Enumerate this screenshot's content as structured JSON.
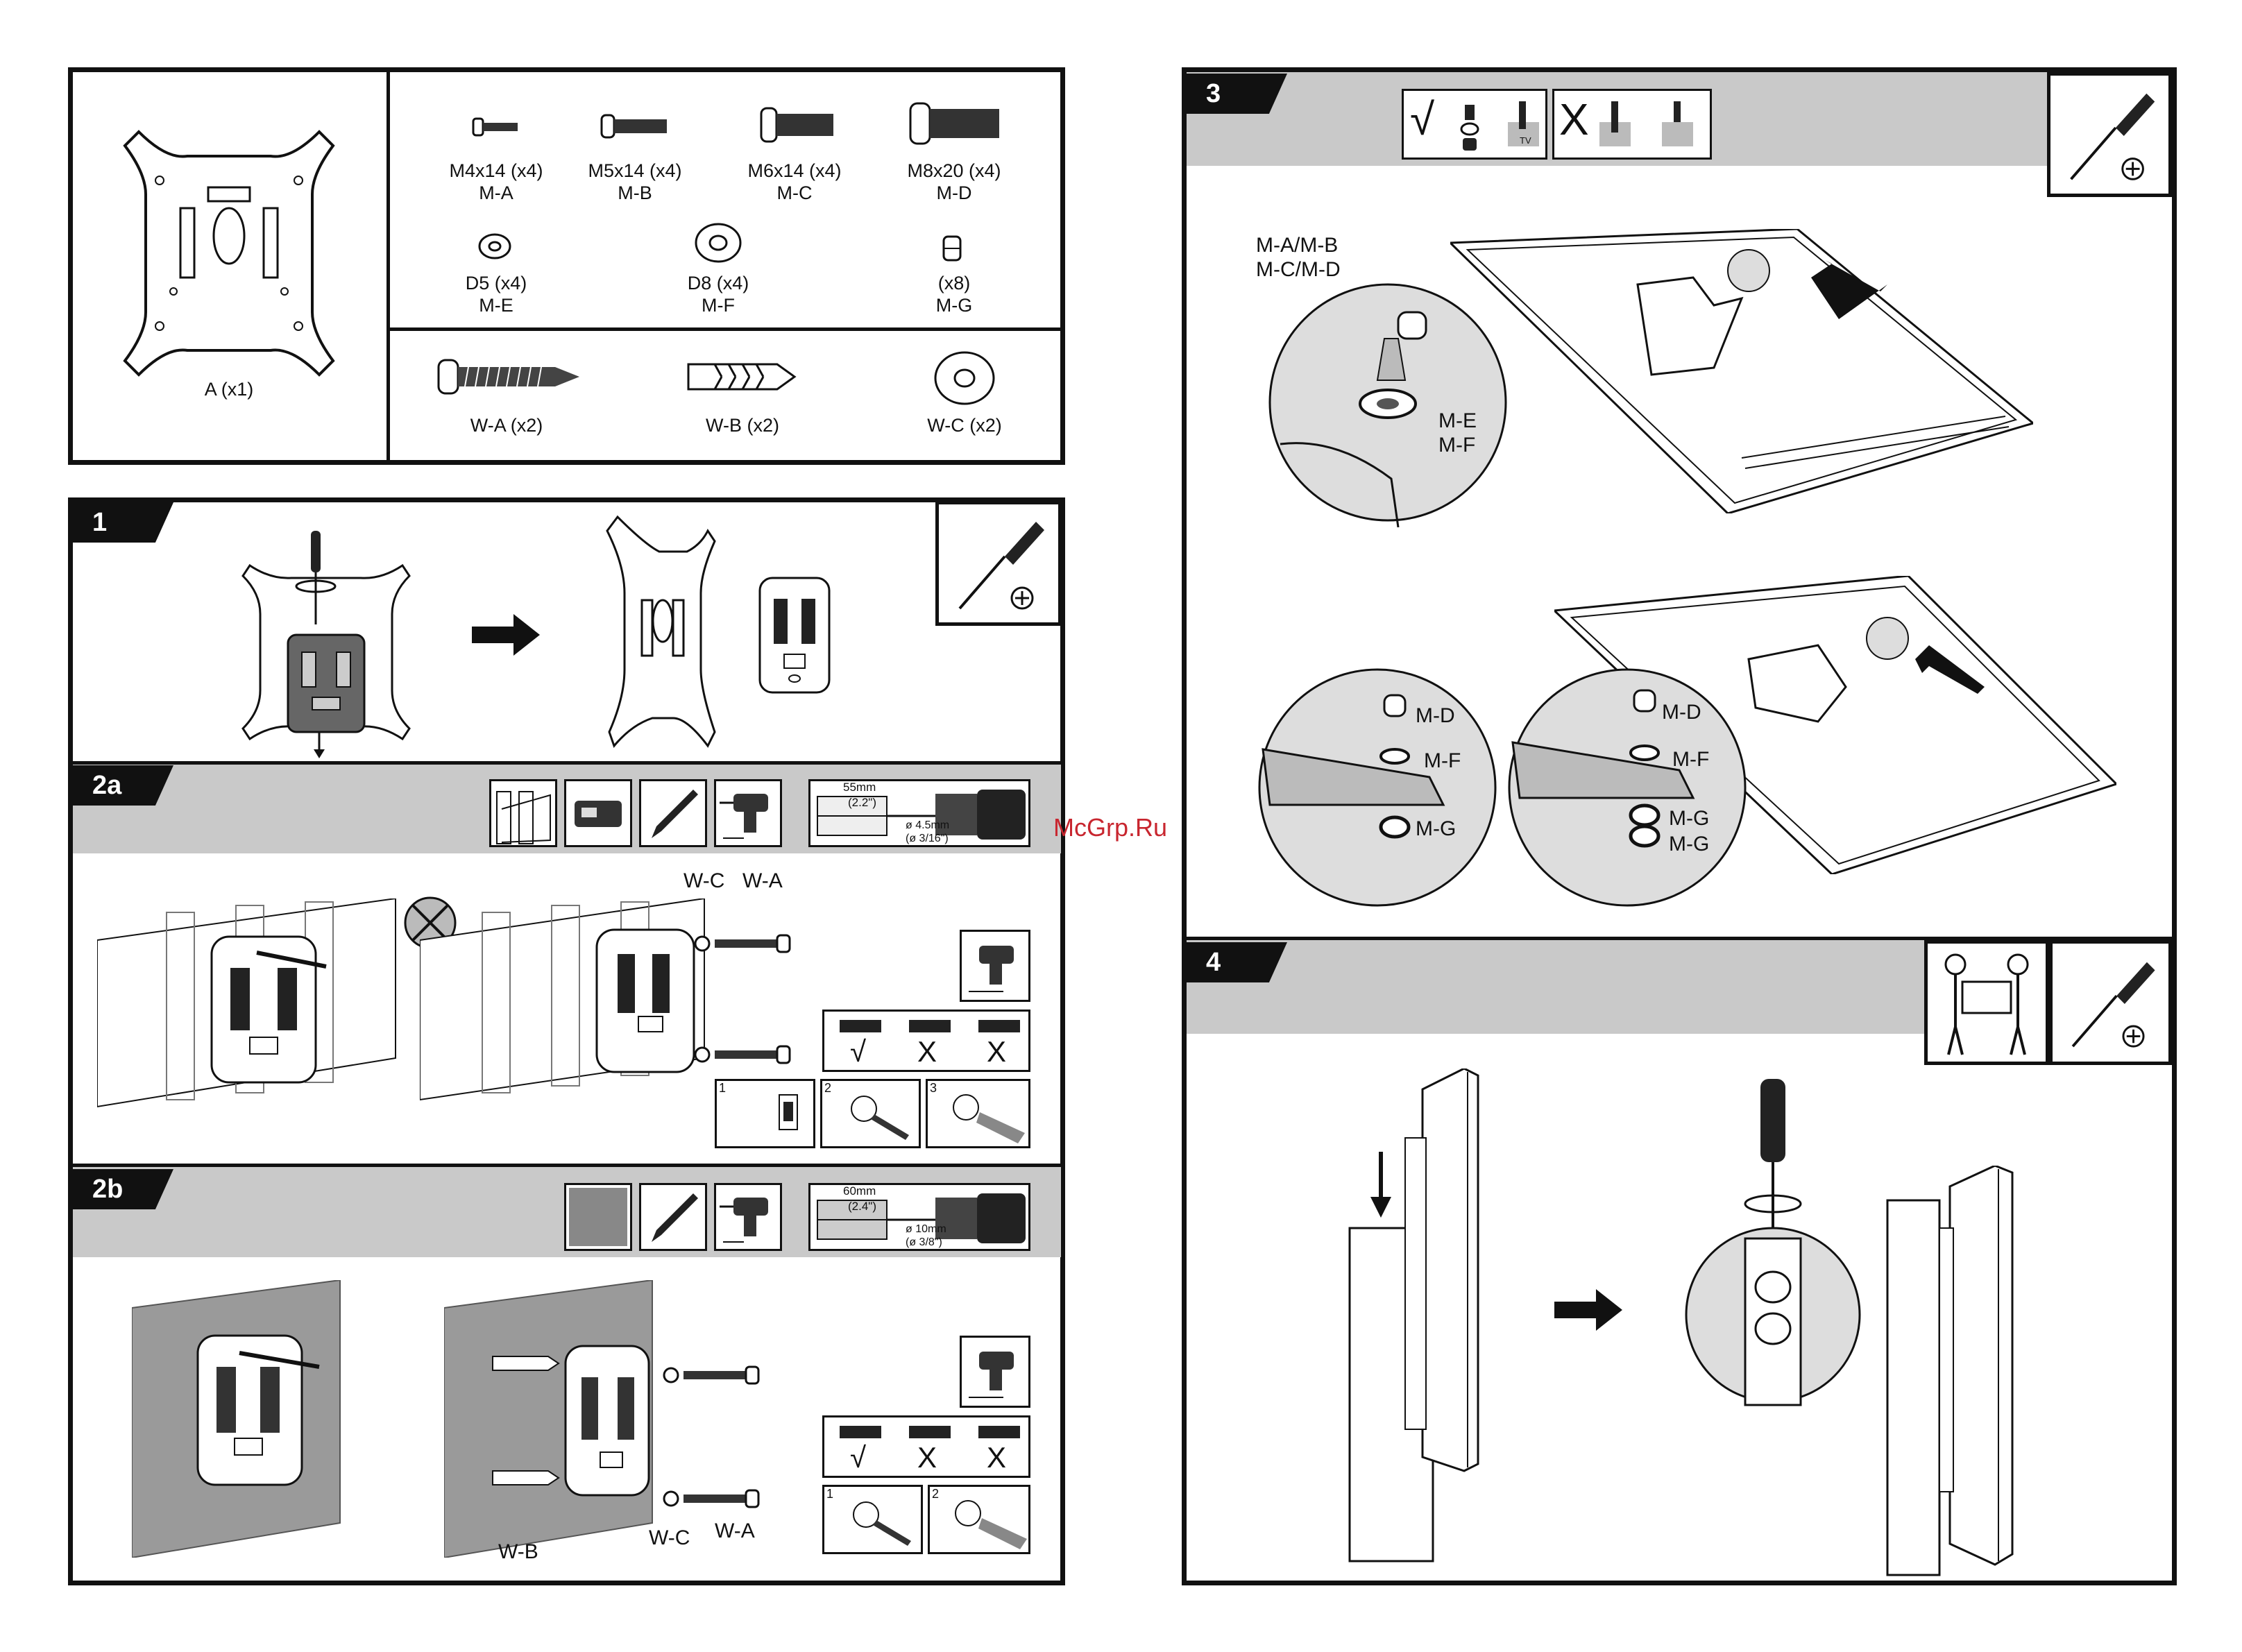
{
  "parts": {
    "bracket": {
      "label": "A (x1)"
    },
    "screws": [
      {
        "size": "M4x14 (x4)",
        "code": "M-A"
      },
      {
        "size": "M5x14 (x4)",
        "code": "M-B"
      },
      {
        "size": "M6x14 (x4)",
        "code": "M-C"
      },
      {
        "size": "M8x20 (x4)",
        "code": "M-D"
      }
    ],
    "washers": [
      {
        "size": "D5 (x4)",
        "code": "M-E"
      },
      {
        "size": "D8 (x4)",
        "code": "M-F"
      },
      {
        "size": "(x8)",
        "code": "M-G"
      }
    ],
    "wall_hardware": [
      {
        "label": "W-A (x2)"
      },
      {
        "label": "W-B (x2)"
      },
      {
        "label": "W-C (x2)"
      }
    ]
  },
  "steps": {
    "s1": {
      "number": "1"
    },
    "s2a": {
      "number": "2a",
      "drill": {
        "depth": "55mm",
        "depth_in": "(2.2\")",
        "diameter": "ø 4.5mm",
        "diameter_in": "(ø 3/16\")"
      },
      "callouts": {
        "washer": "W-C",
        "screw": "W-A"
      },
      "level": {
        "ok": "√",
        "bad1": "X",
        "bad2": "X"
      },
      "sub": [
        "1",
        "2",
        "3"
      ]
    },
    "s2b": {
      "number": "2b",
      "drill": {
        "depth": "60mm",
        "depth_in": "(2.4\")",
        "diameter": "ø 10mm",
        "diameter_in": "(ø 3/8\")"
      },
      "callouts": {
        "anchor": "W-B",
        "washer": "W-C",
        "screw": "W-A"
      },
      "level": {
        "ok": "√",
        "bad1": "X",
        "bad2": "X"
      },
      "sub": [
        "1",
        "2"
      ]
    },
    "s3": {
      "number": "3",
      "callouts": {
        "screws_line1": "M-A/M-B",
        "screws_line2": "M-C/M-D",
        "washer1": "M-E",
        "washer2": "M-F",
        "d1": "M-D",
        "f1": "M-F",
        "g1": "M-G",
        "d2": "M-D",
        "f2": "M-F",
        "g2a": "M-G",
        "g2b": "M-G"
      },
      "check": "√",
      "cross": "X",
      "tv_label": "TV"
    },
    "s4": {
      "number": "4"
    }
  },
  "tools": {
    "plus": "+"
  },
  "watermark": "McGrp.Ru"
}
